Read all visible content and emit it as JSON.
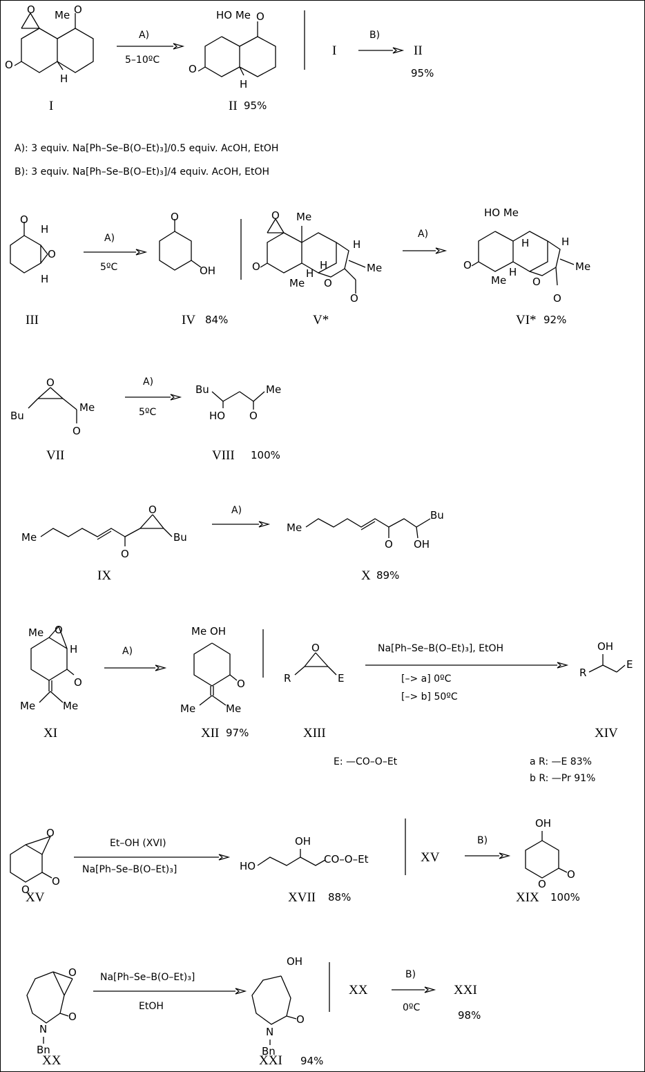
{
  "reactions": {
    "r1": {
      "sm": "I",
      "arrow": "A)",
      "cond": "5–10ºC",
      "product": "II",
      "yield": "95%"
    },
    "r1b": {
      "sm": "I",
      "arrow": "B)",
      "product": "II",
      "yield": "95%"
    },
    "r2": {
      "sm": "III",
      "arrow": "A)",
      "cond": "5ºC",
      "product": "IV",
      "yield": "84%"
    },
    "r3": {
      "sm": "V*",
      "arrow": "A)",
      "product": "VI*",
      "yield": "92%"
    },
    "r4": {
      "sm": "VII",
      "arrow": "A)",
      "cond": "5ºC",
      "product": "VIII",
      "yield": "100%"
    },
    "r5": {
      "sm": "IX",
      "arrow": "A)",
      "product": "X",
      "yield": "89%"
    },
    "r6": {
      "sm": "XI",
      "arrow": "A)",
      "product": "XII",
      "yield": "97%"
    },
    "r7": {
      "sm": "XIII",
      "reagent": "Na[Ph–Se–B(O–Et)₃],  EtOH",
      "cond_a": "[–> a]   0ºC",
      "cond_b": "[–> b]   50ºC",
      "product": "XIV",
      "legend_E": "E: —CO–O–Et",
      "row_a": "a  R: —E    83%",
      "row_b": "b  R: —Pr   91%"
    },
    "r8": {
      "sm": "XV",
      "reagent_top": "Et–OH  (XVI)",
      "reagent_bottom": "Na[Ph–Se–B(O–Et)₃]",
      "product": "XVII",
      "yield": "88%"
    },
    "r8b": {
      "sm": "XV",
      "arrow": "B)",
      "product": "XIX",
      "yield": "100%"
    },
    "r9": {
      "sm": "XX",
      "reagent_top": "Na[Ph–Se–B(O–Et)₃]",
      "reagent_bottom": "EtOH",
      "product": "XXI",
      "yield": "94%"
    },
    "r9b": {
      "sm": "XX",
      "arrow": "B)",
      "cond": "0ºC",
      "product": "XXI",
      "yield": "98%"
    }
  },
  "conditions": {
    "A": "A): 3 equiv. Na[Ph–Se–B(O–Et)₃]/0.5 equiv. AcOH, EtOH",
    "B": "B): 3 equiv. Na[Ph–Se–B(O–Et)₃]/4 equiv. AcOH,  EtOH"
  },
  "atoms": {
    "Me": "Me",
    "O": "O",
    "H": "H",
    "HO": "HO",
    "OH": "OH",
    "Bu": "Bu",
    "E": "E",
    "R": "R",
    "N": "N",
    "Bn": "Bn",
    "HOMe": "HO Me",
    "MeOH": "Me  OH",
    "CO_O_Et": "CO–O–Et"
  }
}
